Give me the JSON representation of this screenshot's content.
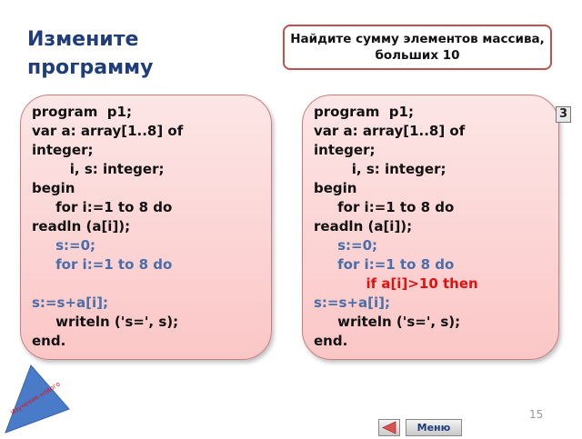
{
  "title": "Измените программу",
  "task": "Найдите сумму элементов массива, больших 10",
  "left_code": [
    {
      "text": "program  p1;",
      "color": "dark"
    },
    {
      "text": "var a: array[1..8] of",
      "color": "dark"
    },
    {
      "text": "integer;",
      "color": "dark"
    },
    {
      "text": "        i, s: integer;",
      "color": "dark"
    },
    {
      "text": "begin",
      "color": "dark"
    },
    {
      "text": "     for i:=1 to 8 do",
      "color": "dark"
    },
    {
      "text": "readln (a[i]);",
      "color": "dark"
    },
    {
      "text": "     s:=0;",
      "color": "blue"
    },
    {
      "text": "     for i:=1 to 8 do",
      "color": "blue"
    },
    {
      "text": "",
      "color": "dark"
    },
    {
      "text": "s:=s+a[i];",
      "color": "blue"
    },
    {
      "text": "     writeln ('s=', s);",
      "color": "dark"
    },
    {
      "text": "end.",
      "color": "dark"
    }
  ],
  "right_code": [
    {
      "text": "program  p1;",
      "color": "dark"
    },
    {
      "text": "var a: array[1..8] of",
      "color": "dark"
    },
    {
      "text": "integer;",
      "color": "dark"
    },
    {
      "text": "        i, s: integer;",
      "color": "dark"
    },
    {
      "text": "begin",
      "color": "dark"
    },
    {
      "text": "     for i:=1 to 8 do",
      "color": "dark"
    },
    {
      "text": "readln (a[i]);",
      "color": "dark"
    },
    {
      "text": "     s:=0;",
      "color": "blue"
    },
    {
      "text": "     for i:=1 to 8 do",
      "color": "blue"
    },
    {
      "text": "           if a[i]>10 then",
      "color": "red"
    },
    {
      "text": "s:=s+a[i];",
      "color": "blue"
    },
    {
      "text": "     writeln ('s=', s);",
      "color": "dark"
    },
    {
      "text": "end.",
      "color": "dark"
    }
  ],
  "badge": "3",
  "corner_label": "Изучение нового",
  "page_number": "15",
  "menu_label": "Меню",
  "colors": {
    "title": "#1f3d7a",
    "task_border": "#c0504d",
    "code_blue": "#4a6ea8",
    "code_red": "#e41010",
    "corner": "#4a7bc8"
  },
  "icons": {
    "back": "left-arrow-icon"
  }
}
